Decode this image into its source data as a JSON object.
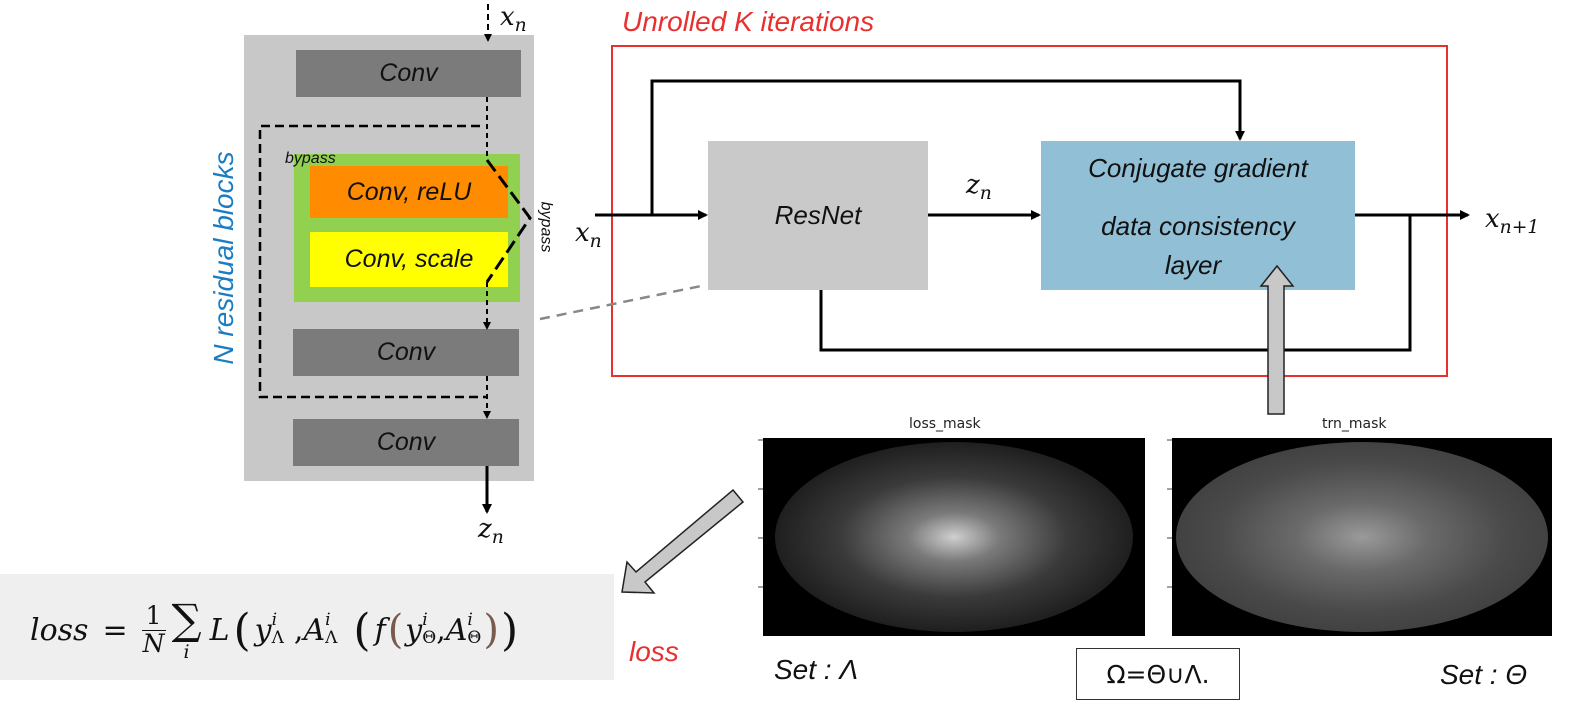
{
  "resnet_detail": {
    "side_label": "N residual blocks",
    "conv_top": "Conv",
    "conv_relu": "Conv, reLU",
    "conv_scale": "Conv, scale",
    "conv_mid": "Conv",
    "conv_bottom": "Conv",
    "bypass_left": "bypass",
    "bypass_right": "bypass",
    "input_base": "x",
    "input_sub": "n",
    "output_base": "z",
    "output_sub": "n"
  },
  "unrolled": {
    "title": "Unrolled K iterations",
    "resnet_label": "ResNet",
    "cg_line1": "Conjugate gradient",
    "cg_line2": "data consistency",
    "cg_line3": "layer",
    "input_base": "x",
    "input_sub": "n",
    "mid_base": "z",
    "mid_sub": "n",
    "output_base": "x",
    "output_sub": "n+1"
  },
  "masks": {
    "loss_mask_title": "loss_mask",
    "trn_mask_title": "trn_mask",
    "loss_set_label": "Set : Λ",
    "trn_set_label": "Set : Θ",
    "union_label": "Ω=Θ∪Λ."
  },
  "loss": {
    "arrow_label": "loss",
    "formula_lhs": "loss",
    "formula_eq": "=",
    "frac_num": "1",
    "frac_den": "N",
    "sum_symbol": "∑",
    "sum_index": "i",
    "func_L": "L",
    "term1": "y",
    "term1_sup": "i",
    "term1_sub": "Λ",
    "term2": "A",
    "term2_sup": "i",
    "term2_sub": "Λ",
    "func_f": "f",
    "term3": "y",
    "term3_sup": "i",
    "term3_sub": "Θ",
    "term4": "A",
    "term4_sup": "i",
    "term4_sub": "Θ"
  },
  "colors": {
    "red_frame": "#e8312f",
    "blue_label": "#1a7dc4",
    "resnet_gray": "#c9c9c9",
    "cg_blue": "#90bfd6",
    "conv_dark": "#7b7b7b",
    "relu_orange": "#ff8c00",
    "scale_yellow": "#ffff00",
    "green_frame": "#92d050"
  }
}
